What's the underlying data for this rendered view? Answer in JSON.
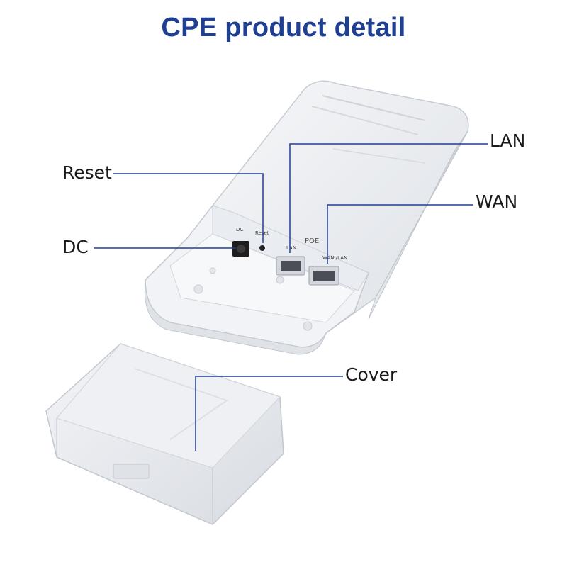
{
  "title": "CPE product detail",
  "callouts": {
    "lan": "LAN",
    "wan": "WAN",
    "reset": "Reset",
    "dc": "DC",
    "cover": "Cover"
  },
  "port_markings": {
    "dc": "DC",
    "reset": "Reset",
    "poe": "POE",
    "lan": "LAN",
    "wan_lan": "WAN /LAN"
  },
  "colors": {
    "title": "#1f3f92",
    "leader_line": "#1f3f92",
    "device_body": "#eceff3"
  }
}
